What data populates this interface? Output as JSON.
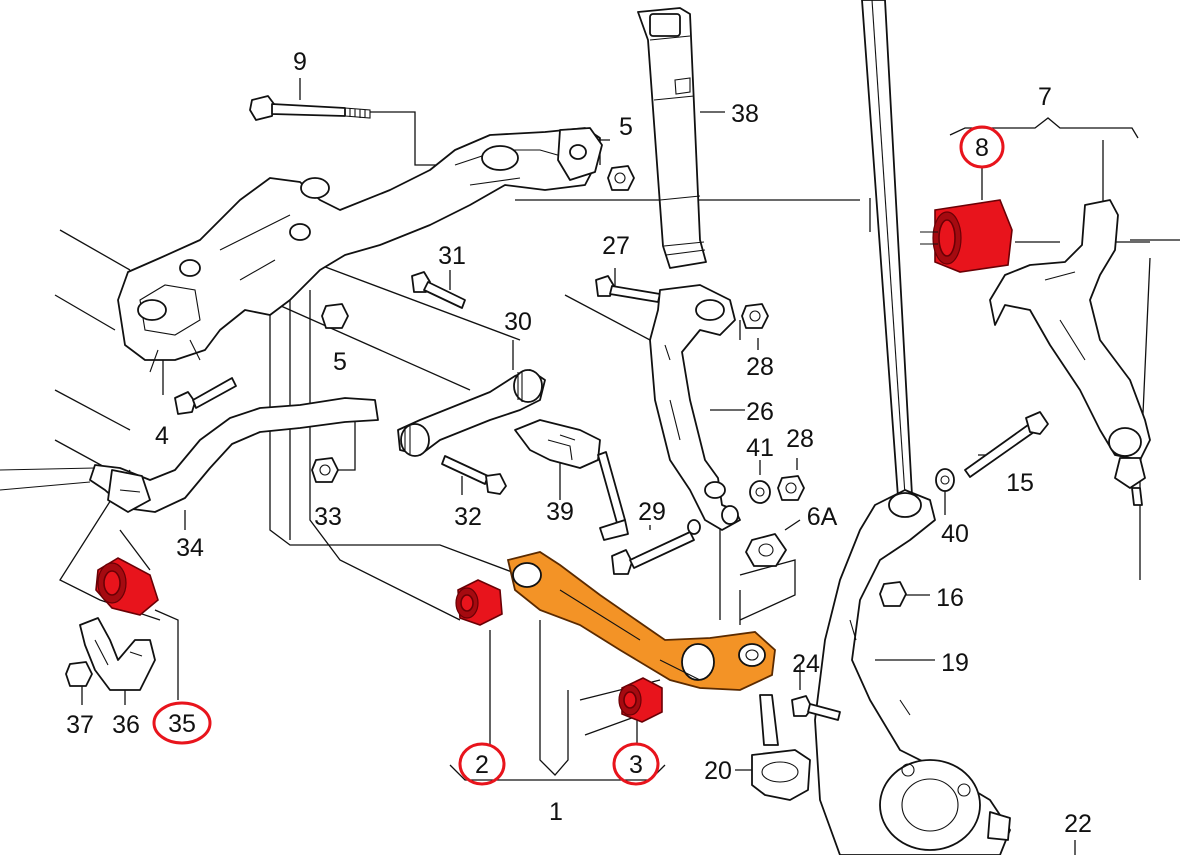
{
  "colors": {
    "highlight_bushing": "#e8141c",
    "highlight_arm": "#f39326",
    "callout_ring": "#e8141c",
    "line": "#111111"
  },
  "labels": {
    "l1": "1",
    "l2": "2",
    "l3": "3",
    "l4": "4",
    "l5a": "5",
    "l5b": "5",
    "l6a": "6A",
    "l7": "7",
    "l8": "8",
    "l9": "9",
    "l15": "15",
    "l16": "16",
    "l19": "19",
    "l20": "20",
    "l22": "22",
    "l24": "24",
    "l26": "26",
    "l27": "27",
    "l28a": "28",
    "l28b": "28",
    "l29": "29",
    "l30": "30",
    "l31": "31",
    "l32": "32",
    "l33": "33",
    "l34": "34",
    "l35": "35",
    "l36": "36",
    "l37": "37",
    "l38": "38",
    "l39": "39",
    "l40": "40",
    "l41": "41"
  },
  "highlighted": [
    "2",
    "3",
    "8",
    "35"
  ]
}
